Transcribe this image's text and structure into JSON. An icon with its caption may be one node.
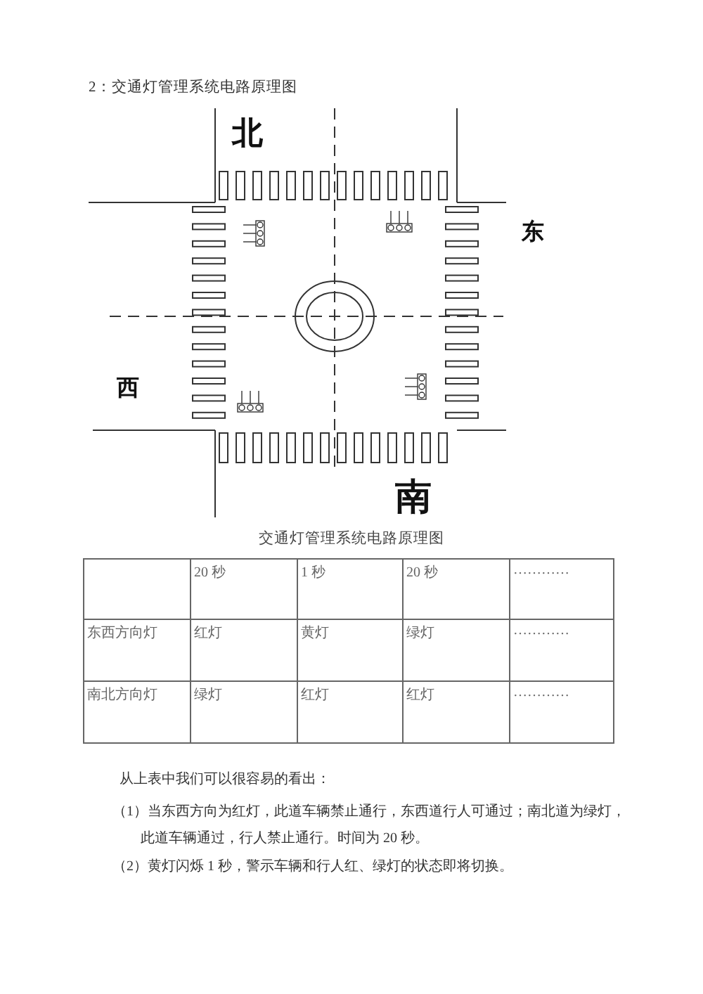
{
  "diagram": {
    "title": "2：交通灯管理系统电路原理图",
    "caption": "交通灯管理系统电路原理图",
    "labels": [
      "北",
      "东",
      "西",
      "南",
      "20 秒",
      "1 秒",
      "20 秒",
      "…………",
      "东西方向灯",
      "红灯",
      "黄灯",
      "绿灯",
      "…………",
      "南北方向灯",
      "绿灯",
      "红灯",
      "红灯",
      "…………",
      "从上表中我们可以很容易的看出：",
      "（1）当东西方向为红灯，此道车辆禁止通行，东西道行人可通过；南北道为绿灯，此道车辆通过，行人禁止通行。时间为 20 秒。",
      "（2）黄灯闪烁 1 秒，警示车辆和行人红、绿灯的状态即将切换。"
    ]
  }
}
